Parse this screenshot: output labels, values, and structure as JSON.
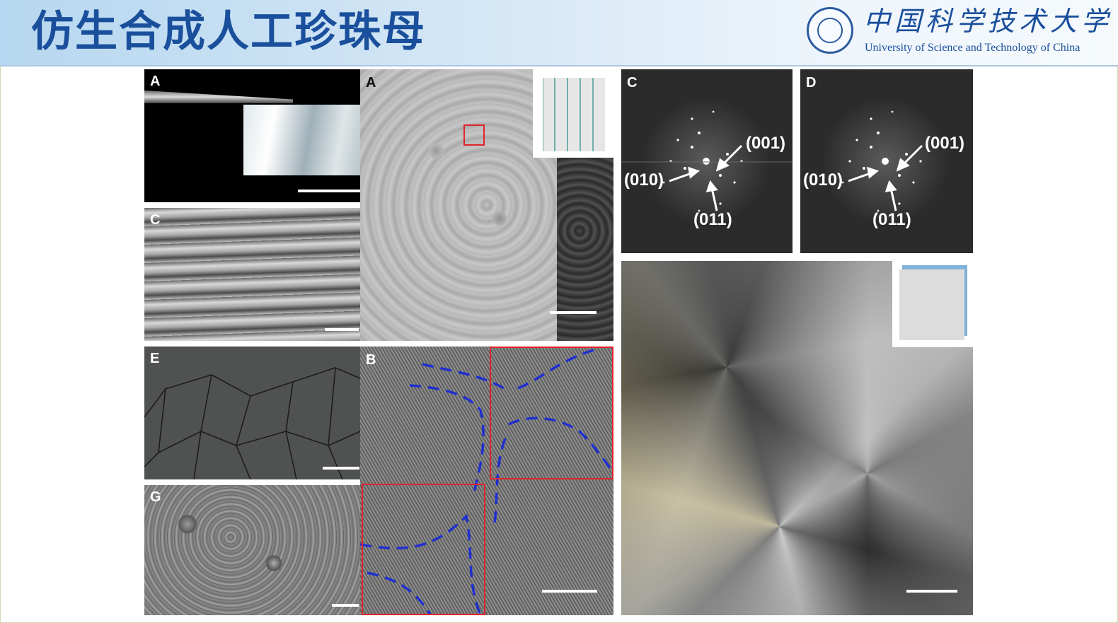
{
  "slide": {
    "title": "仿生合成人工珍珠母"
  },
  "logo": {
    "name_cn": "中国科学技术大学",
    "name_en": "University of Science and Technology of China",
    "seal_icon": "ustc-seal-icon"
  },
  "panels": {
    "left_a": "A",
    "left_c": "C",
    "left_e": "E",
    "left_g": "G",
    "mid_a": "A",
    "mid_b": "B",
    "right_c": "C",
    "right_d": "D"
  },
  "diffraction": {
    "c_001": "(001)",
    "c_010": "(010)",
    "c_011": "(011)",
    "d_001": "(001)",
    "d_010": "(010)",
    "d_011": "(011)"
  },
  "colors": {
    "title": "#1a4f9c",
    "header_bg": "#cfe3f4",
    "highlight_box": "#e0242b",
    "grain_boundary_dash": "#1f2fd0"
  }
}
